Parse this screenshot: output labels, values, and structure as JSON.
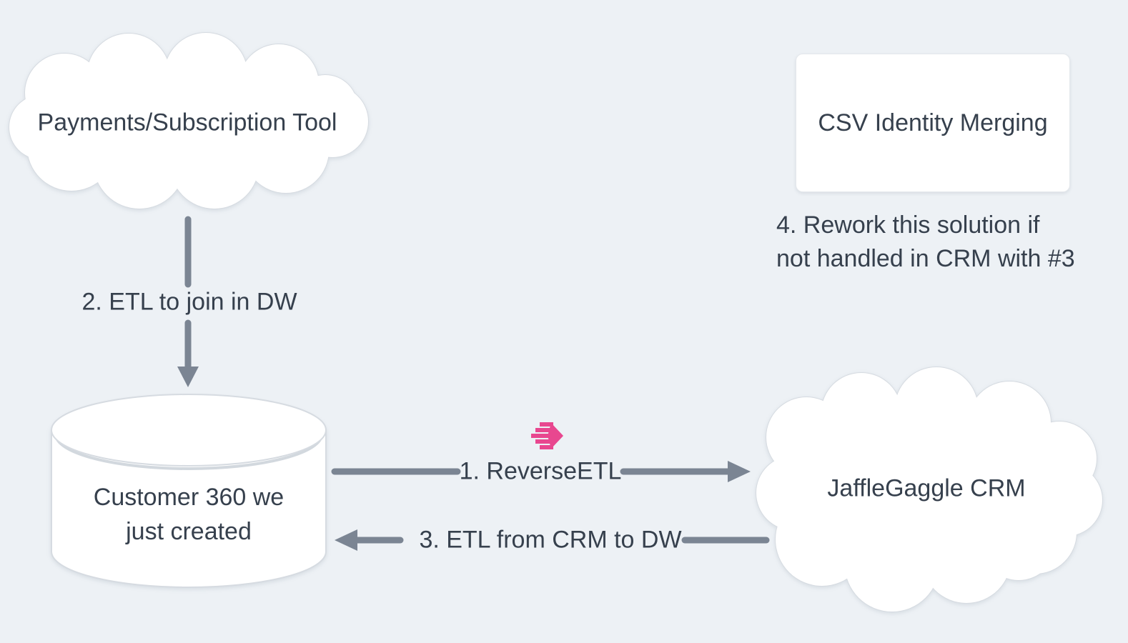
{
  "diagram": {
    "nodes": {
      "payments": {
        "label": "Payments/Subscription Tool",
        "shape": "cloud"
      },
      "csv_merging": {
        "label": "CSV Identity Merging",
        "shape": "rectangle"
      },
      "warehouse": {
        "label": "Customer 360 we just created",
        "lines": [
          "Customer 360 we",
          "just created"
        ],
        "shape": "cylinder"
      },
      "crm": {
        "label": "JaffleGaggle CRM",
        "shape": "cloud"
      }
    },
    "edges": {
      "reverse_etl": {
        "label": "1. ReverseETL",
        "from": "warehouse",
        "to": "crm"
      },
      "etl_join": {
        "label": "2. ETL to join in DW",
        "from": "payments",
        "to": "warehouse"
      },
      "etl_from_crm": {
        "label": "3. ETL from CRM to DW",
        "from": "crm",
        "to": "warehouse"
      }
    },
    "annotations": {
      "rework_note_lines": [
        "4. Rework this solution if",
        "not handled in CRM with #3"
      ]
    },
    "icons": {
      "reverse_etl_logo": "hightouch-logo"
    },
    "colors": {
      "background": "#edf1f5",
      "node_fill": "#ffffff",
      "node_border": "#d6dbe1",
      "arrow": "#7b8593",
      "text": "#36404d",
      "accent_pink": "#e8478f"
    }
  }
}
